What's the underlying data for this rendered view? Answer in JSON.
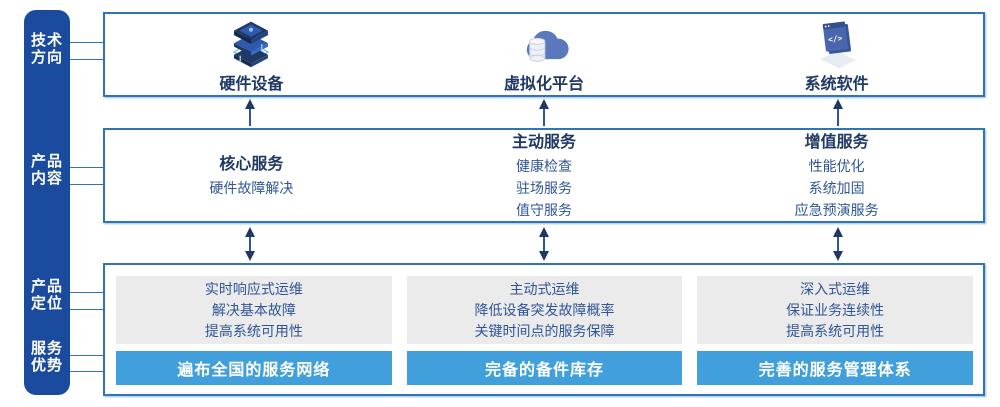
{
  "sidebar": {
    "items": [
      {
        "label_lines": [
          "技术",
          "方向"
        ]
      },
      {
        "label_lines": [
          "产品",
          "内容"
        ]
      },
      {
        "label_lines": [
          "产品",
          "定位"
        ]
      },
      {
        "label_lines": [
          "服务",
          "优势"
        ]
      }
    ]
  },
  "tech_row": {
    "items": [
      {
        "icon": "server-stack-icon",
        "label": "硬件设备"
      },
      {
        "icon": "cloud-database-icon",
        "label": "虚拟化平台"
      },
      {
        "icon": "code-window-icon",
        "label": "系统软件"
      }
    ]
  },
  "content_row": {
    "columns": [
      {
        "title": "核心服务",
        "items": [
          "硬件故障解决"
        ]
      },
      {
        "title": "主动服务",
        "items": [
          "健康检查",
          "驻场服务",
          "值守服务"
        ]
      },
      {
        "title": "增值服务",
        "items": [
          "性能优化",
          "系统加固",
          "应急预演服务"
        ]
      }
    ]
  },
  "positioning_row": {
    "columns": [
      {
        "lines": [
          "实时响应式运维",
          "解决基本故障",
          "提高系统可用性"
        ],
        "banner": "遍布全国的服务网络"
      },
      {
        "lines": [
          "主动式运维",
          "降低设备突发故障概率",
          "关键时间点的服务保障"
        ],
        "banner": "完备的备件库存"
      },
      {
        "lines": [
          "深入式运维",
          "保证业务连续性",
          "提高系统可用性"
        ],
        "banner": "完善的服务管理体系"
      }
    ]
  },
  "colors": {
    "sidebar_bg": "#1A4B9F",
    "box_border": "#2E74B6",
    "title_navy": "#1F3864",
    "body_blue": "#2F5597",
    "gray_panel": "#EBEBEB",
    "banner_blue": "#41A0DB",
    "icon_light_blue": "#7EC8E3"
  }
}
